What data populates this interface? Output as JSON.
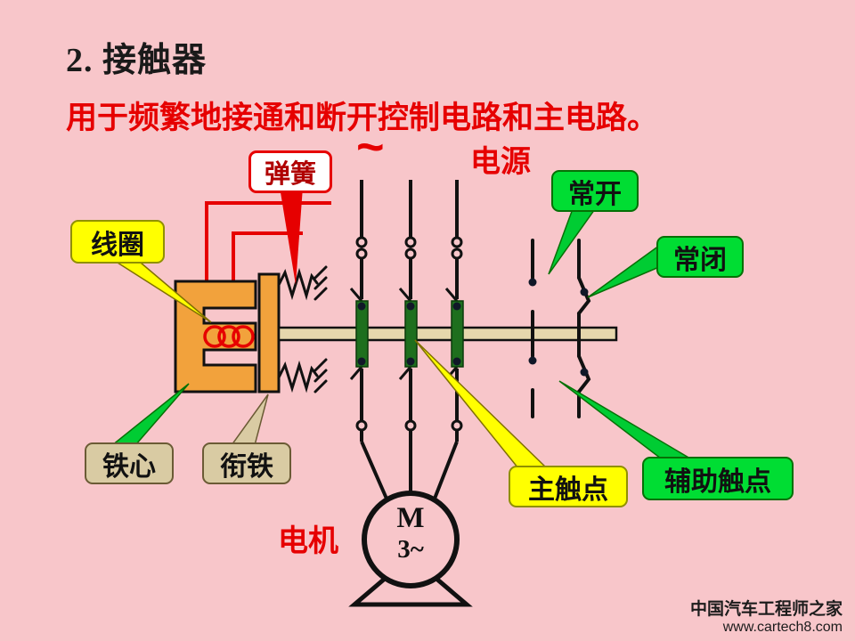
{
  "title": "2. 接触器",
  "subtitle": "用于频繁地接通和断开控制电路和主电路。",
  "diagram": {
    "tilde_symbol": "~",
    "power_label": "电源",
    "motor_label": "电机",
    "motor_letter": "M",
    "motor_phase": "3~"
  },
  "callouts": {
    "spring": "弹簧",
    "coil": "线圈",
    "normally_open": "常开",
    "normally_closed": "常闭",
    "iron_core": "铁心",
    "armature": "衔铁",
    "main_contact": "主触点",
    "aux_contact": "辅助触点"
  },
  "watermark": {
    "line1": "中国汽车工程师之家",
    "line2": "www.cartech8.com"
  },
  "colors": {
    "background": "#F8C6CA",
    "accent_red": "#E60000",
    "callout_yellow": "#FFFF00",
    "callout_green": "#00DD33",
    "callout_tan": "#D9CBA3",
    "core_orange": "#F2A23C",
    "contact_bar_green": "#1E6F1E"
  }
}
